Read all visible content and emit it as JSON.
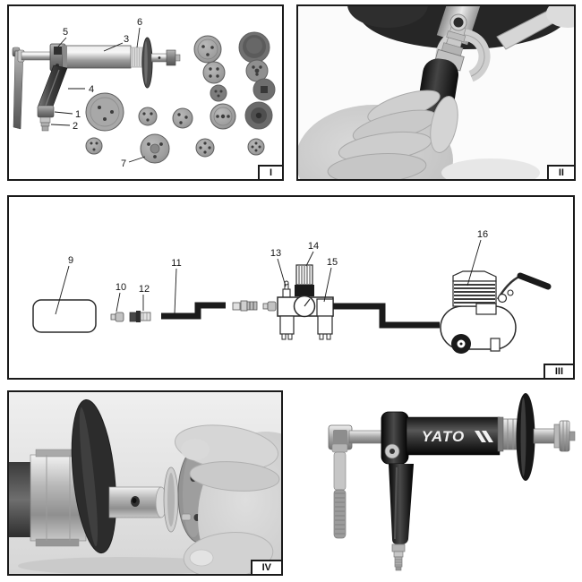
{
  "colors": {
    "ink": "#1a1a1a",
    "paper": "#ffffff",
    "disc_grey": "#9a9a9a",
    "tool_black": "#141414",
    "metal_grey": "#b5b5b5",
    "hose_black": "#1c1c1c"
  },
  "panel_i": {
    "label": "I",
    "callouts": {
      "n1": "1",
      "n2": "2",
      "n3": "3",
      "n4": "4",
      "n5": "5",
      "n6": "6",
      "n7": "7"
    }
  },
  "panel_ii": {
    "label": "II"
  },
  "panel_iii": {
    "label": "III",
    "callouts": {
      "n9": "9",
      "n10": "10",
      "n11": "11",
      "n12": "12",
      "n13": "13",
      "n14": "14",
      "n15": "15",
      "n16": "16"
    }
  },
  "panel_iv": {
    "label": "IV"
  },
  "product": {
    "brand": "YATO"
  }
}
